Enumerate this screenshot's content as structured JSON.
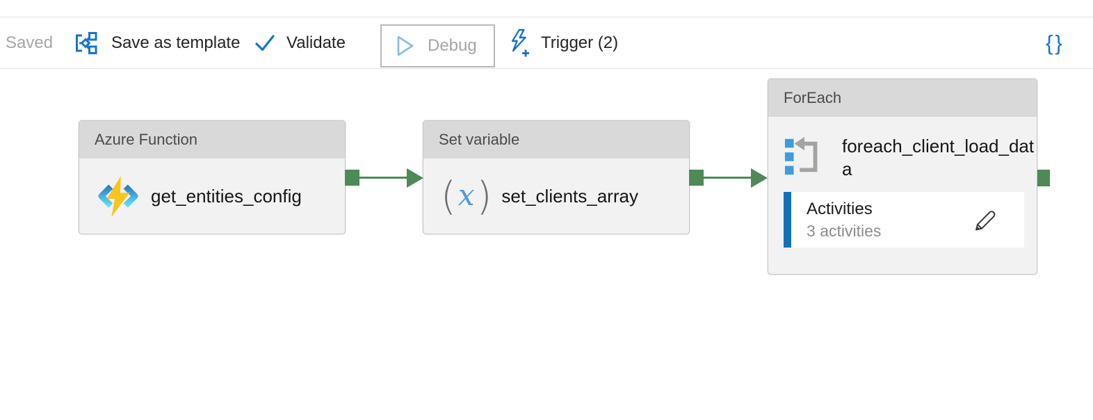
{
  "toolbar": {
    "saved": "Saved",
    "save_as_template": "Save as template",
    "validate": "Validate",
    "debug": "Debug",
    "trigger": "Trigger (2)",
    "code_glyph": "{}"
  },
  "pipeline": {
    "nodes": [
      {
        "type": "Azure Function",
        "name": "get_entities_config",
        "icon": "azure-function-bolt-icon"
      },
      {
        "type": "Set variable",
        "name": "set_clients_array",
        "icon": "parentheses-x-icon",
        "icon_open": "(",
        "icon_x": "x",
        "icon_close": ")"
      },
      {
        "type": "ForEach",
        "name": "foreach_client_load_data",
        "icon": "foreach-loop-icon",
        "section_label": "Activities",
        "section_value": "3 activities"
      }
    ],
    "connections": [
      {
        "from": "get_entities_config",
        "to": "set_clients_array"
      },
      {
        "from": "set_clients_array",
        "to": "foreach_client_load_data"
      }
    ]
  },
  "colors": {
    "accent_blue": "#1673d2",
    "connector_green": "#4d8a57",
    "activities_bar_blue": "#1171b7",
    "foreach_square_blue": "#3f9bdc",
    "function_bolt_yellow": "#f8c51c",
    "disabled_gray": "#a6a6a6",
    "node_header_gray": "#d9d9d9",
    "node_body_gray": "#f2f2f2"
  }
}
